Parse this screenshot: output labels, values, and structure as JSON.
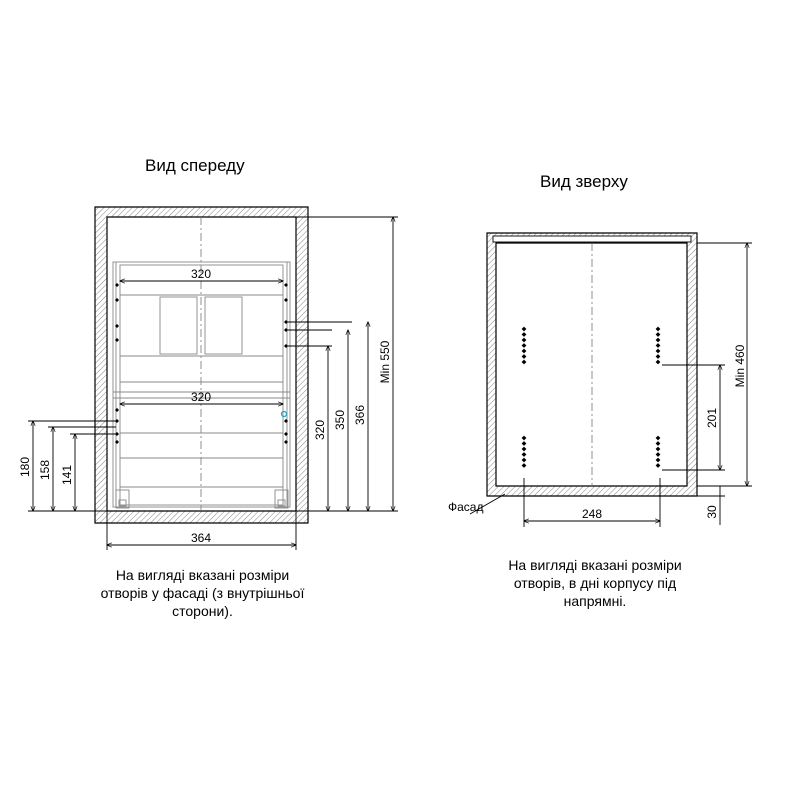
{
  "front_view": {
    "title": "Вид спереду",
    "dims": {
      "w320_top": "320",
      "w320_mid": "320",
      "w364": "364",
      "h180": "180",
      "h158": "158",
      "h141": "141",
      "h320": "320",
      "h350": "350",
      "h366": "366",
      "min550": "Min 550"
    },
    "note": [
      "На вигляді вказані розміри",
      "отворів у фасаді (з внутрішньої",
      "сторони)."
    ]
  },
  "top_view": {
    "title": "Вид зверху",
    "dims": {
      "min460": "Min 460",
      "d201": "201",
      "d248": "248",
      "d30": "30"
    },
    "facade_label": "Фасад",
    "note": [
      "На вигляді вказані розміри",
      "отворів, в дні корпусу під",
      "напрямні."
    ]
  },
  "colors": {
    "line": "#000000",
    "hatch": "#555555",
    "inner": "#888888",
    "accent": "#1aa0c8"
  }
}
